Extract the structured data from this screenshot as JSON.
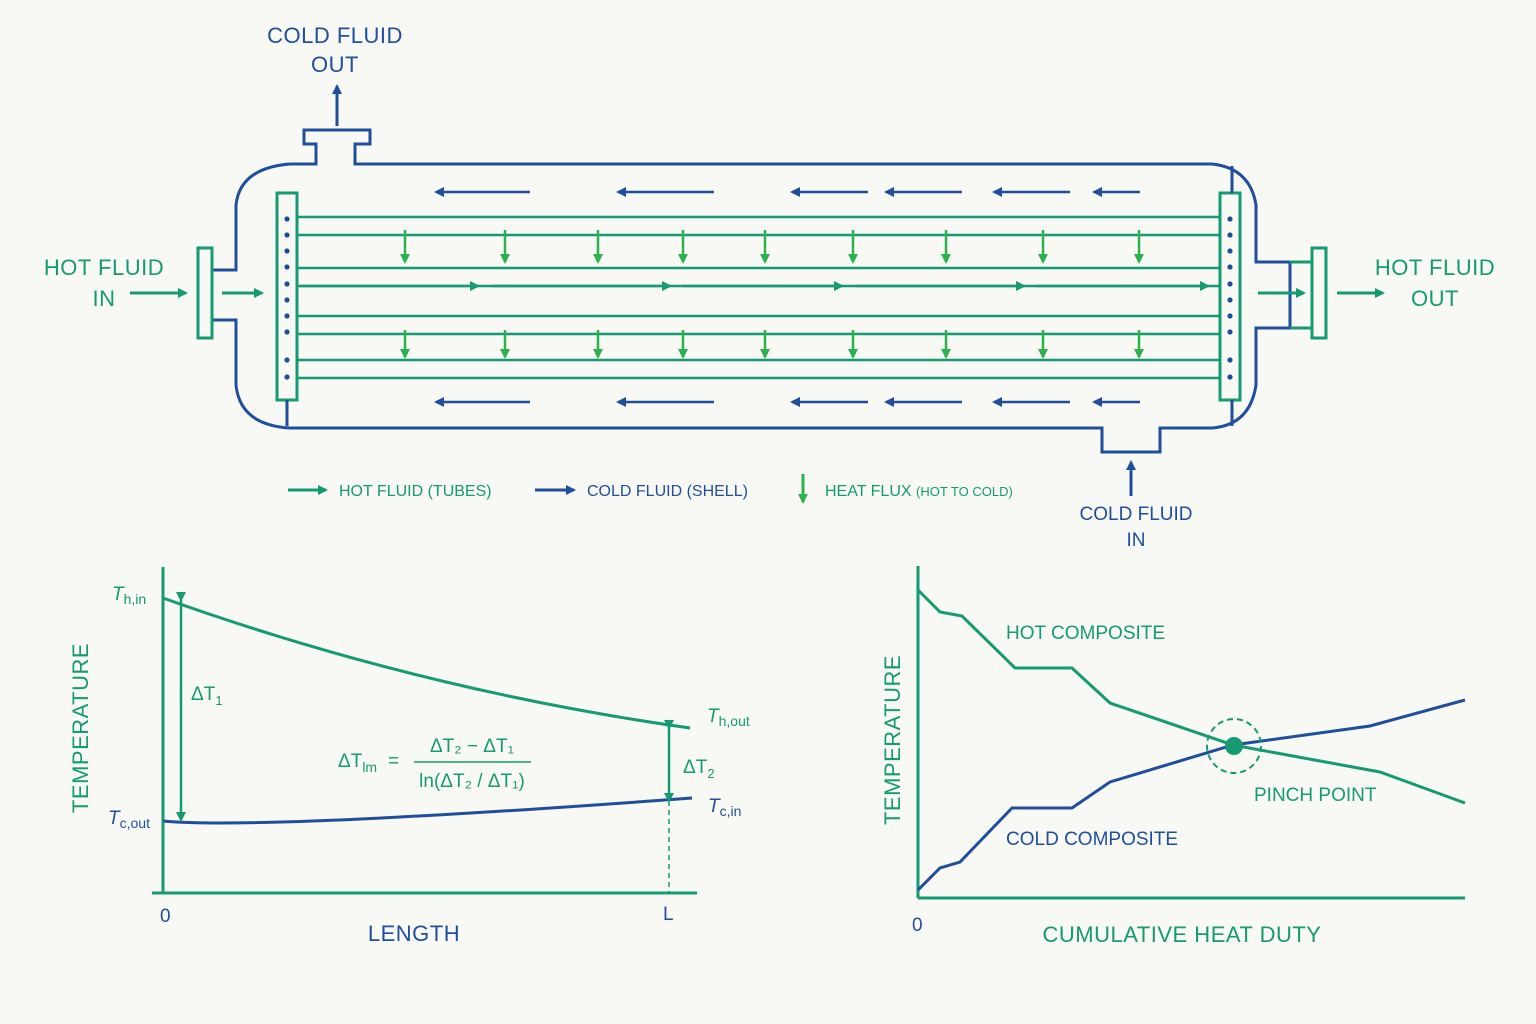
{
  "exchanger": {
    "cold_out": [
      "COLD FLUID",
      "OUT"
    ],
    "cold_in": [
      "COLD FLUID",
      "IN"
    ],
    "hot_in": [
      "HOT FLUID",
      "IN"
    ],
    "hot_out": [
      "HOT FLUID",
      "OUT"
    ]
  },
  "legend": {
    "hot": "HOT FLUID (TUBES)",
    "cold": "COLD FLUID (SHELL)",
    "flux": "HEAT FLUX",
    "flux_note": "(HOT TO COLD)"
  },
  "profile": {
    "ylabel": "TEMPERATURE",
    "xlabel": "LENGTH",
    "x0": "0",
    "xL": "L",
    "th_in": {
      "main": "T",
      "sub": "h,in"
    },
    "tc_out": {
      "main": "T",
      "sub": "c,out"
    },
    "th_out": {
      "main": "T",
      "sub": "h,out"
    },
    "tc_in": {
      "main": "T",
      "sub": "c,in"
    },
    "dt1": {
      "main": "ΔT",
      "sub": "1"
    },
    "dt2": {
      "main": "ΔT",
      "sub": "2"
    },
    "formula": {
      "lhs_main": "ΔT",
      "lhs_sub": "lm",
      "equals": "=",
      "num": "ΔT₂ − ΔT₁",
      "den": "ln(ΔT₂ / ΔT₁)"
    }
  },
  "pinch": {
    "ylabel": "TEMPERATURE",
    "xlabel": "CUMULATIVE HEAT DUTY",
    "x0": "0",
    "hot_label": "HOT COMPOSITE",
    "cold_label": "COLD COMPOSITE",
    "pinch_label": "PINCH POINT"
  },
  "colors": {
    "green": "#159a72",
    "blue": "#1f4f9c",
    "bright_green": "#2bb24c"
  }
}
